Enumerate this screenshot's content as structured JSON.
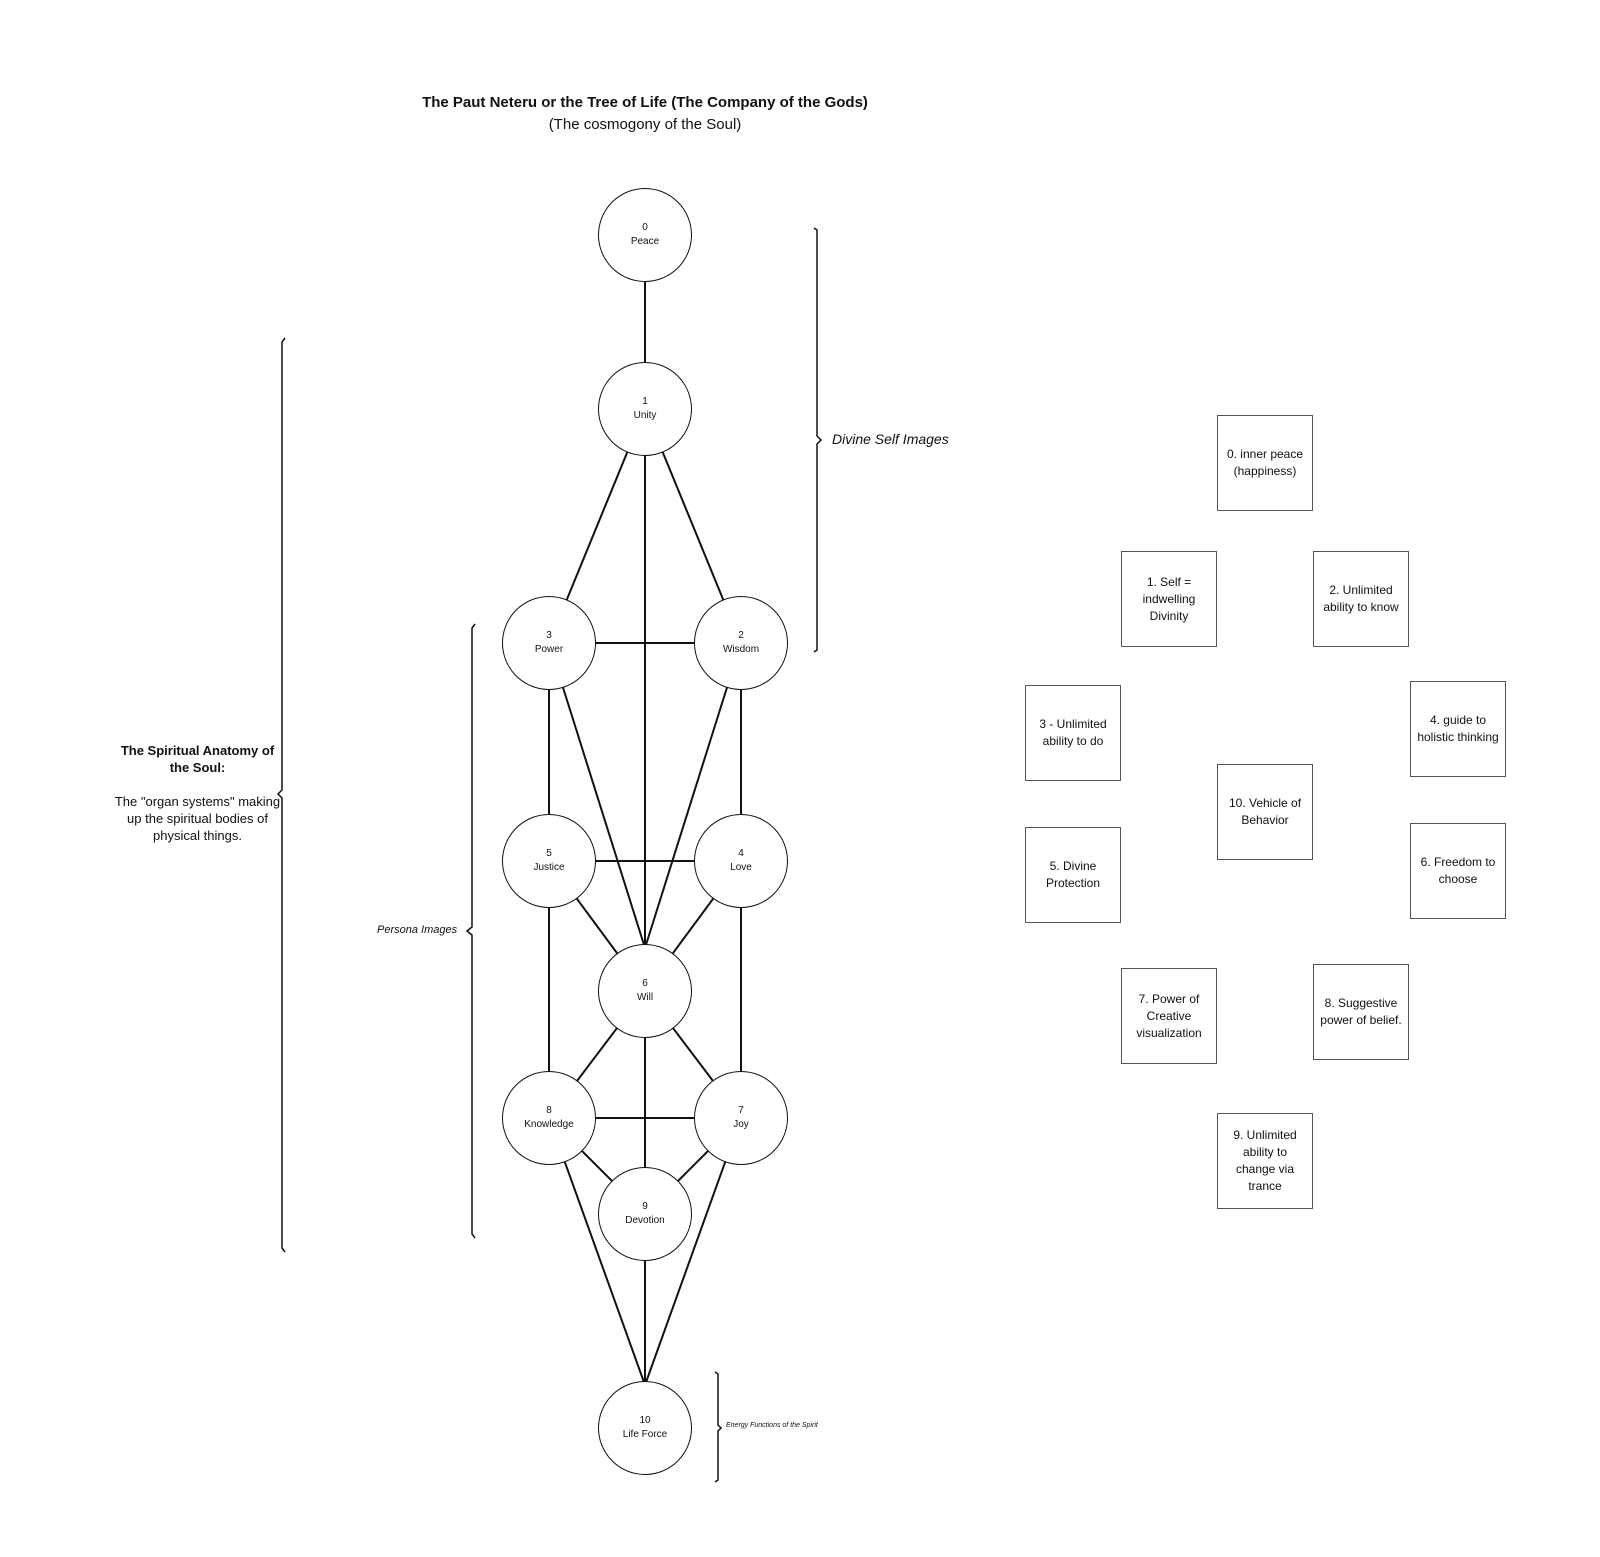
{
  "title": "The Paut Neteru or the Tree of Life (The Company of the Gods)",
  "subtitle": "(The cosmogony of the Soul)",
  "nodes": [
    {
      "num": "0",
      "name": "Peace"
    },
    {
      "num": "1",
      "name": "Unity"
    },
    {
      "num": "2",
      "name": "Wisdom"
    },
    {
      "num": "3",
      "name": "Power"
    },
    {
      "num": "4",
      "name": "Love"
    },
    {
      "num": "5",
      "name": "Justice"
    },
    {
      "num": "6",
      "name": "Will"
    },
    {
      "num": "7",
      "name": "Joy"
    },
    {
      "num": "8",
      "name": "Knowledge"
    },
    {
      "num": "9",
      "name": "Devotion"
    },
    {
      "num": "10",
      "name": "Life Force"
    }
  ],
  "brackets": {
    "divine": "Divine Self Images",
    "persona": "Persona Images",
    "energy": "Energy Functions of the Spirit"
  },
  "anatomy": {
    "title": "The Spiritual Anatomy of the Soul:",
    "description": "The \"organ systems\" making up the spiritual bodies of physical things."
  },
  "boxes": [
    {
      "label": "0. inner peace (happiness)"
    },
    {
      "label": "1. Self = indwelling Divinity"
    },
    {
      "label": "2. Unlimited ability to know"
    },
    {
      "label": "3 - Unlimited ability to do"
    },
    {
      "label": "4. guide to holistic thinking"
    },
    {
      "label": "10. Vehicle of Behavior"
    },
    {
      "label": "5. Divine Protection"
    },
    {
      "label": "6. Freedom to choose"
    },
    {
      "label": "7. Power of Creative visualization"
    },
    {
      "label": "8. Suggestive power of belief."
    },
    {
      "label": "9. Unlimited ability to change via trance"
    }
  ]
}
